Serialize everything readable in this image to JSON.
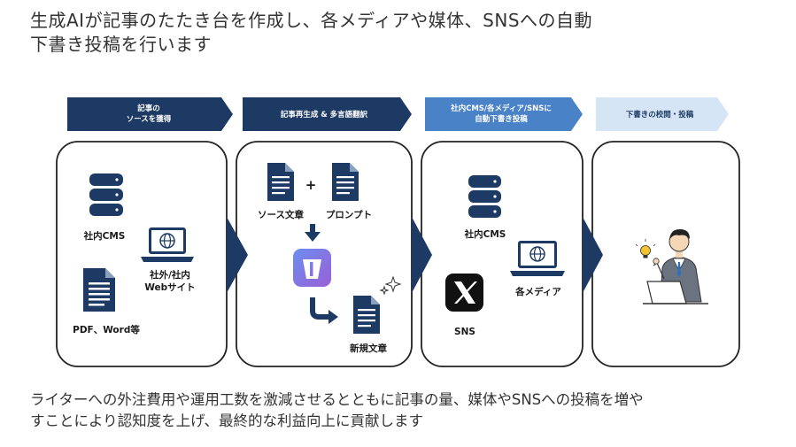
{
  "heading": {
    "line1": "生成AIが記事のたたき台を作成し、各メディアや媒体、SNSへの自動",
    "line2": "下書き投稿を行います"
  },
  "steps": [
    {
      "line1": "記事の",
      "line2": "ソースを獲得",
      "color": "#1c3a63",
      "text_color": "#ffffff"
    },
    {
      "line1": "記事再生成 & 多言語翻訳",
      "line2": "",
      "color": "#1c3a63",
      "text_color": "#ffffff"
    },
    {
      "line1": "社内CMS/各メディア/SNSに",
      "line2": "自動下書き投稿",
      "color": "#4a82c7",
      "text_color": "#ffffff"
    },
    {
      "line1": "下書きの校閲・投稿",
      "line2": "",
      "color": "#d5e5f6",
      "text_color": "#1c3a63"
    }
  ],
  "panel1": {
    "cms_label": "社内CMS",
    "web_label_1": "社外/社内",
    "web_label_2": "Webサイト",
    "doc_label": "PDF、Word等"
  },
  "panel2": {
    "plus": "+",
    "source_label": "ソース文章",
    "prompt_label": "プロンプト",
    "new_label": "新規文章"
  },
  "panel3": {
    "cms_label": "社内CMS",
    "media_label": "各メディア",
    "sns_label": "SNS"
  },
  "footer": {
    "line1": "ライターへの外注費用や運用工数を激減させるとともに記事の量、媒体やSNSへの投稿を増や",
    "line2": "すことにより認知度を上げ、最終的な利益向上に貢献します"
  },
  "colors": {
    "navy": "#1c3a63",
    "mid_blue": "#4a82c7",
    "light_blue": "#d5e5f6",
    "ai_gradient_start": "#6b8ef0",
    "ai_gradient_end": "#9a5fd6"
  }
}
